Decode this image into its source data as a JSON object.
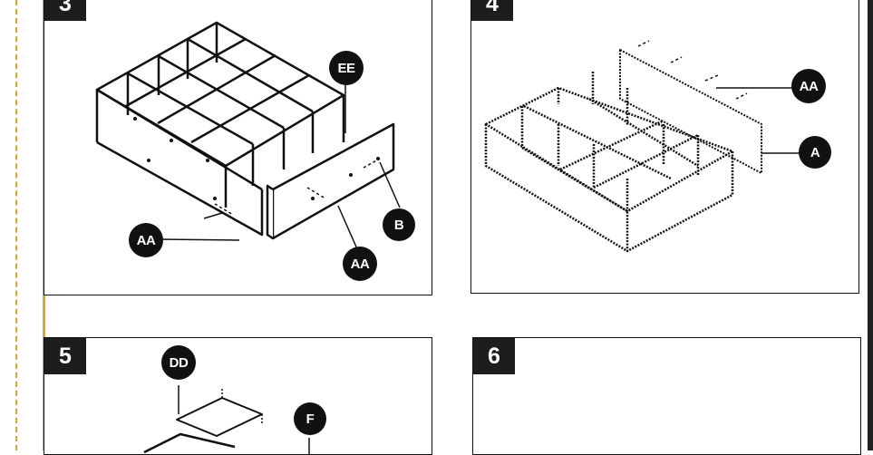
{
  "steps": [
    {
      "number": "3",
      "callouts": [
        "EE",
        "B",
        "AA",
        "AA"
      ]
    },
    {
      "number": "4",
      "callouts": [
        "AA",
        "A"
      ]
    },
    {
      "number": "5",
      "callouts": [
        "DD",
        "F"
      ]
    },
    {
      "number": "6",
      "callouts": []
    }
  ],
  "colors": {
    "accent_rule": "#e0a526",
    "ink": "#111111",
    "badge_bg": "#1d1d1d"
  },
  "icons": [
    "assembly-diagram-cube-organizer",
    "panel-attach-diagram",
    "top-panel-diagram"
  ]
}
